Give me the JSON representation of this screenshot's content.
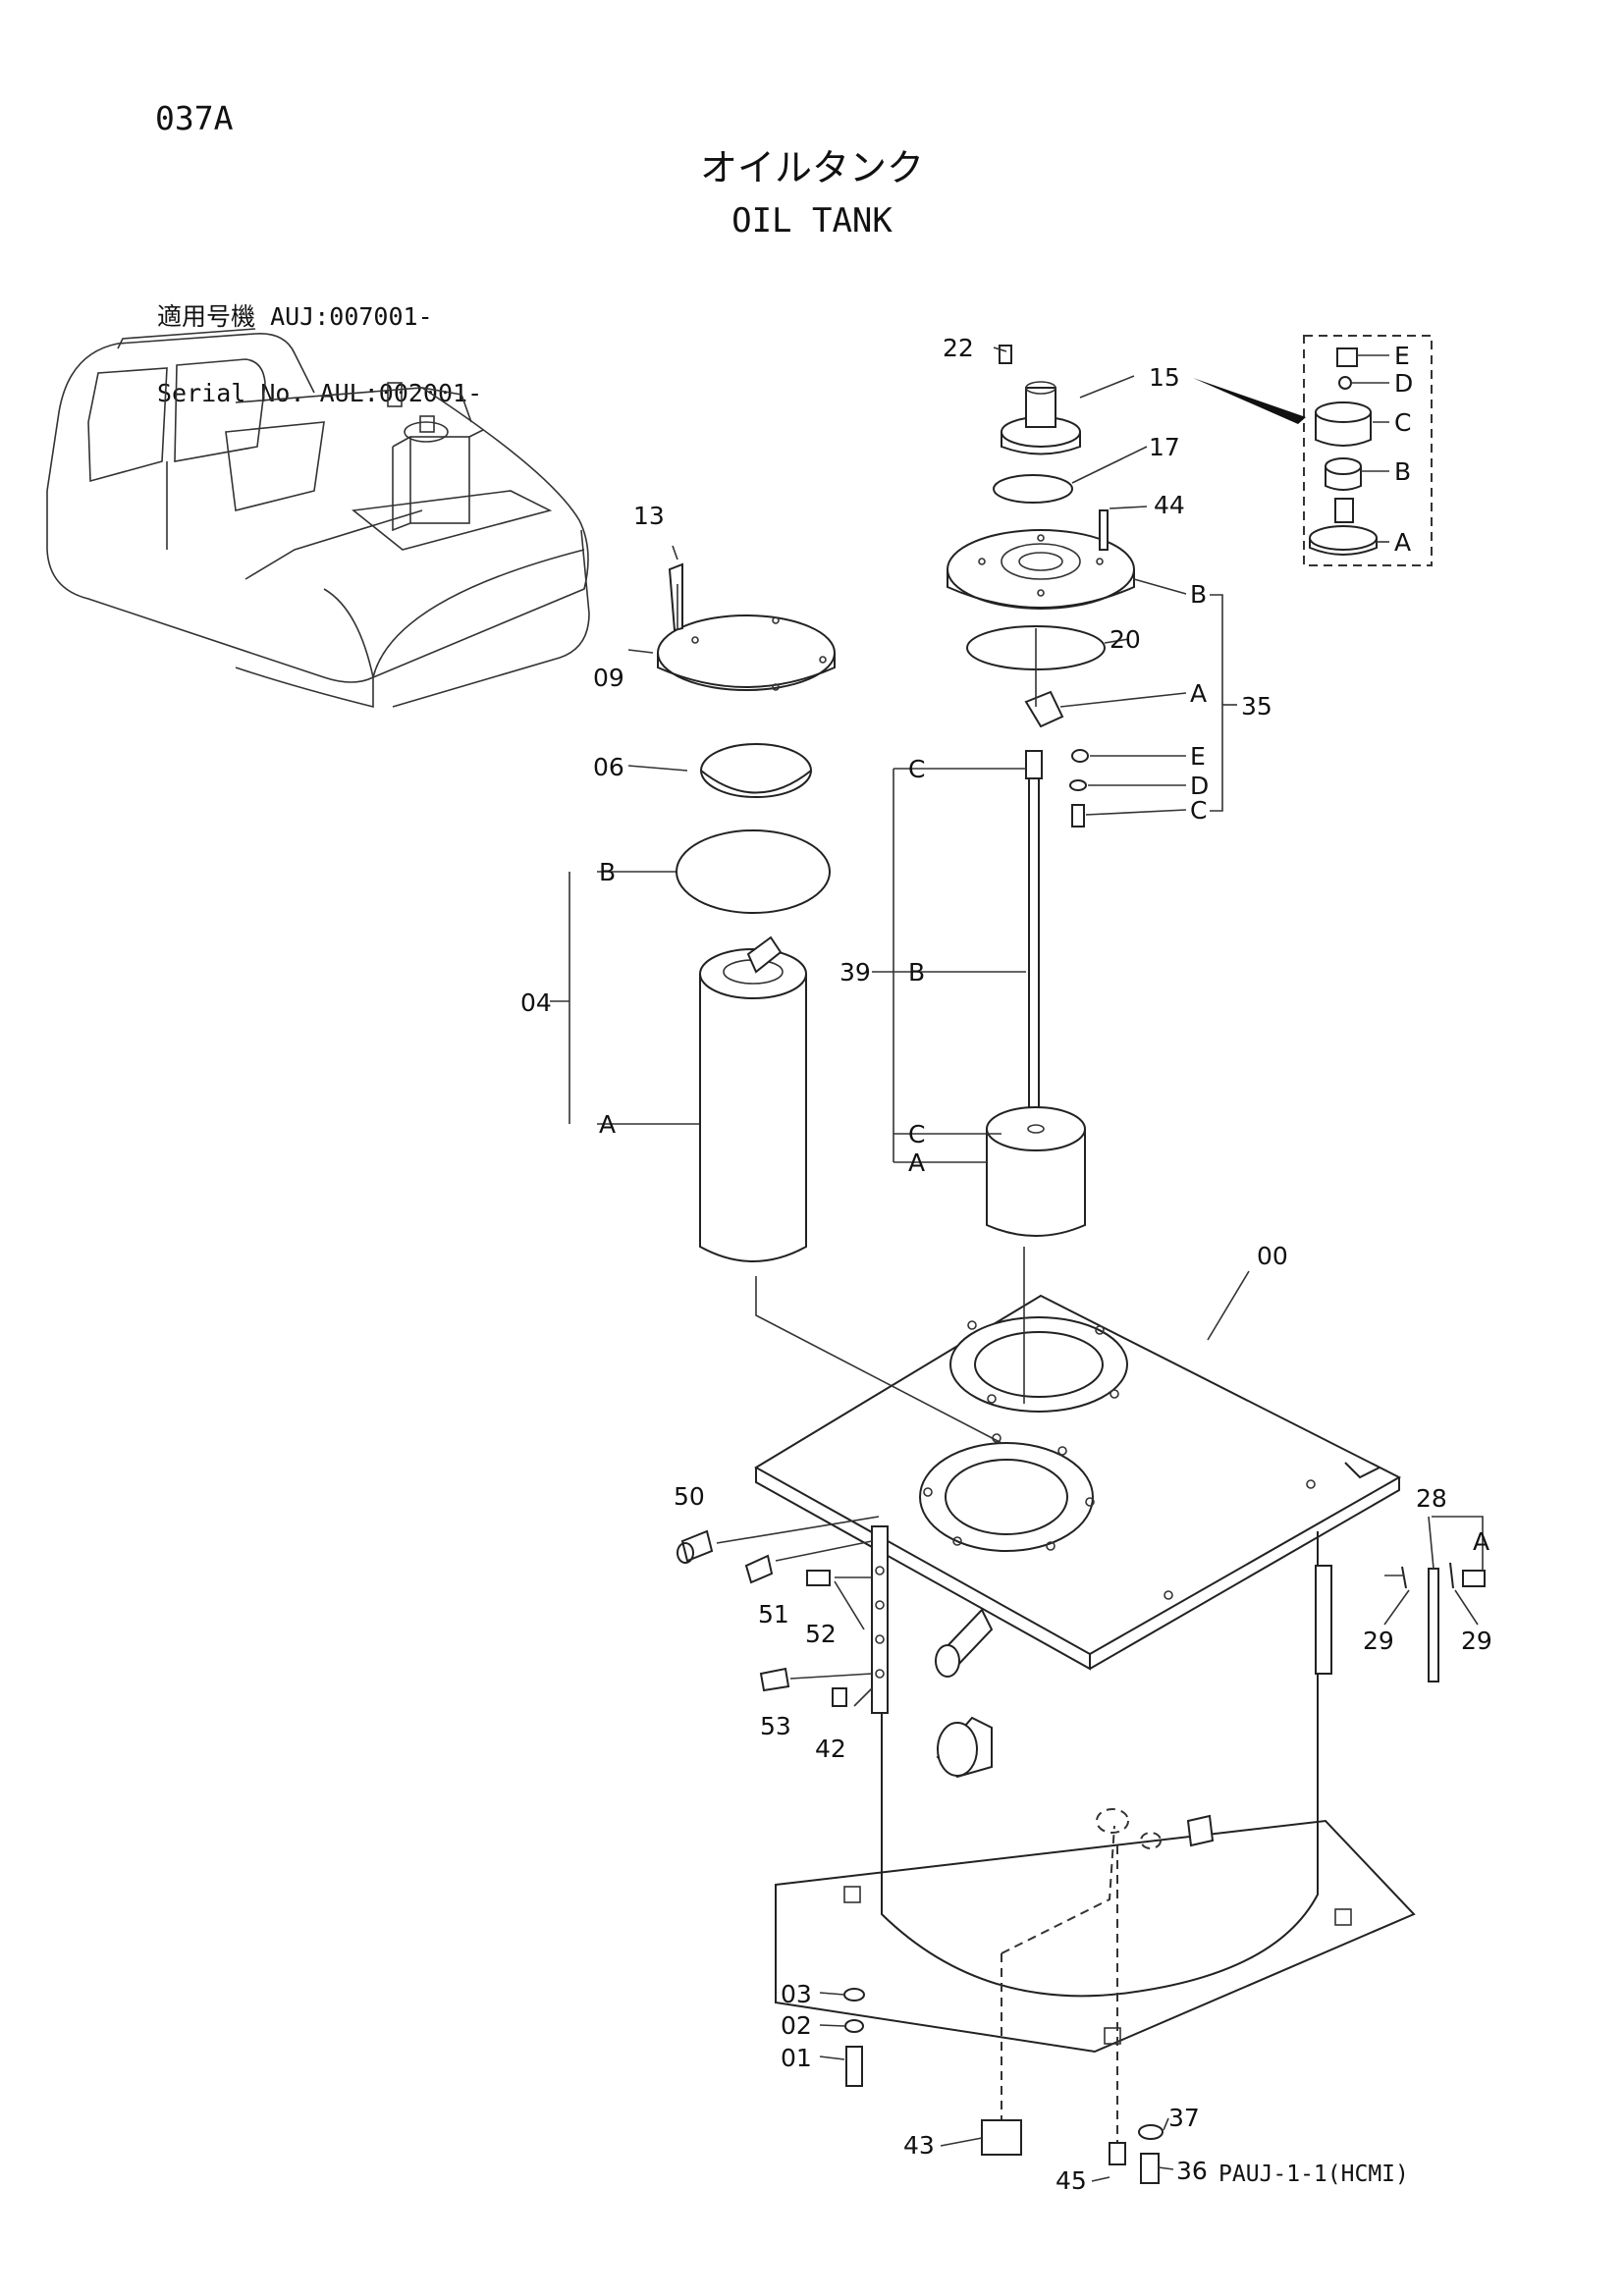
{
  "header": {
    "page_code": "037A",
    "title_jp": "オイルタンク",
    "title_en": "OIL TANK",
    "applicability_label": "適用号機",
    "applicability_value": "AUJ:007001-",
    "serial_label": "Serial No.",
    "serial_value": "AUL:002001-"
  },
  "footer": {
    "code": "PAUJ-1-1(HCMI)"
  },
  "callouts": {
    "p00": "00",
    "p01": "01",
    "p02": "02",
    "p03": "03",
    "p04": "04",
    "p06": "06",
    "p09": "09",
    "p13": "13",
    "p15": "15",
    "p17": "17",
    "p20": "20",
    "p22": "22",
    "p28": "28",
    "p29": "29",
    "p35": "35",
    "p36": "36",
    "p37": "37",
    "p39": "39",
    "p42": "42",
    "p43": "43",
    "p44": "44",
    "p45": "45",
    "p50": "50",
    "p51": "51",
    "p52": "52",
    "p53": "53"
  },
  "sub_labels": {
    "a": "A",
    "b": "B",
    "c": "C",
    "d": "D",
    "e": "E"
  }
}
